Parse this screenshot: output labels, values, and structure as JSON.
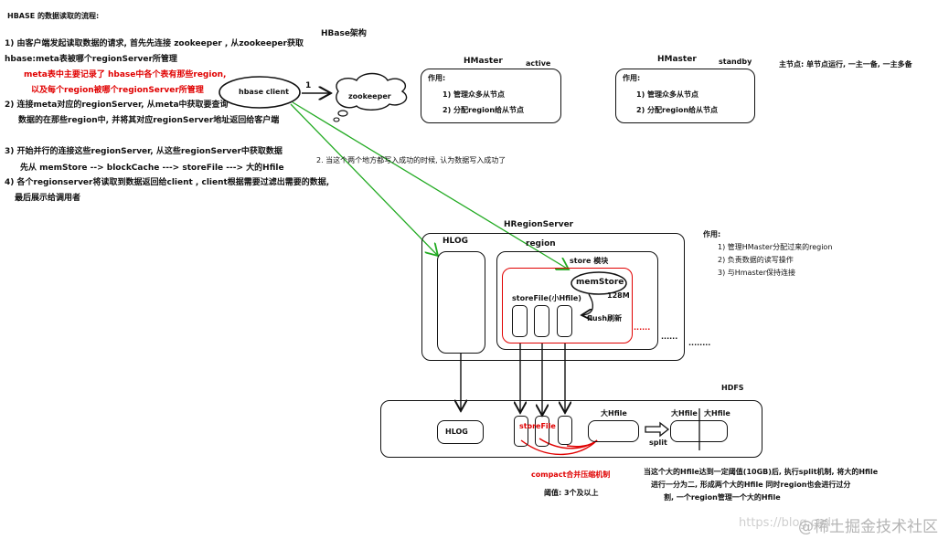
{
  "title": "HBASE 的数据读取的流程:",
  "steps": {
    "s1_line1": "1) 由客户端发起读取数据的请求, 首先先连接 zookeeper , 从zookeeper获取",
    "s1_line2": "hbase:meta表被哪个regionServer所管理",
    "note_line1": "meta表中主要记录了 hbase中各个表有那些region,",
    "note_line2": "以及每个region被哪个regionServer所管理",
    "s2_line1": "2) 连接meta对应的regionServer, 从meta中获取要查询",
    "s2_line2": "数据的在那些region中, 并将其对应regionServer地址返回给客户端",
    "s3_line1": "3) 开始并行的连接这些regionServer, 从这些regionServer中获取数据",
    "s3_line2": "先从 memStore  --> blockCache ---> storeFile  ---> 大的Hfile",
    "s4_line1": "4) 各个regionserver将读取到数据返回给client , client根据需要过滤出需要的数据,",
    "s4_line2": "最后展示给调用者"
  },
  "architecture_title": "HBase架构",
  "client": {
    "label": "hbase client",
    "arrow_label": "1"
  },
  "zookeeper": {
    "label": "zookeeper"
  },
  "hmaster_active": {
    "title": "HMaster",
    "state": "active",
    "role_heading": "作用:",
    "items": [
      "1) 管理众多从节点",
      "2) 分配region给从节点"
    ]
  },
  "hmaster_standby": {
    "title": "HMaster",
    "state": "standby",
    "role_heading": "作用:",
    "items": [
      "1) 管理众多从节点",
      "2) 分配region给从节点"
    ]
  },
  "master_note": "主节点: 单节点运行, 一主一备, 一主多备",
  "write_note": "2. 当这个两个地方都写入成功的时候, 认为数据写入成功了",
  "regionserver": {
    "title": "HRegionServer",
    "hlog": "HLOG",
    "region": "region",
    "store": "store 模块",
    "memstore": "memStore",
    "memstore_size": "128M",
    "storefile": "storeFile(小Hfile)",
    "flush": "flush刷新",
    "dots_store": "......",
    "dots_region": "......",
    "dots_server": "........",
    "role_heading": "作用:",
    "roles": [
      "1) 管理HMaster分配过来的region",
      "2) 负责数据的读写操作",
      "3) 与Hmaster保持连接"
    ]
  },
  "hdfs": {
    "title": "HDFS",
    "hlog": "HLOG",
    "storefile": "storeFile",
    "big_hfile": "大Hfile",
    "split_left": "大Hfile",
    "split_right": "大Hfile",
    "split_label": "split",
    "compact_label": "compact合并压缩机制",
    "threshold": "阈值: 3个及以上",
    "split_note_line1": "当这个大的Hfile达到一定阈值(10GB)后, 执行split机制, 将大的Hfile",
    "split_note_line2": "进行一分为二, 形成两个大的Hfile 同时region也会进行过分",
    "split_note_line3": "割, 一个region管理一个大的Hfile"
  },
  "watermark": {
    "url": "https://blog.csdn",
    "brand": "@稀土掘金技术社区"
  },
  "colors": {
    "line": "#111111",
    "green": "#22aa22",
    "red": "#e00000"
  }
}
